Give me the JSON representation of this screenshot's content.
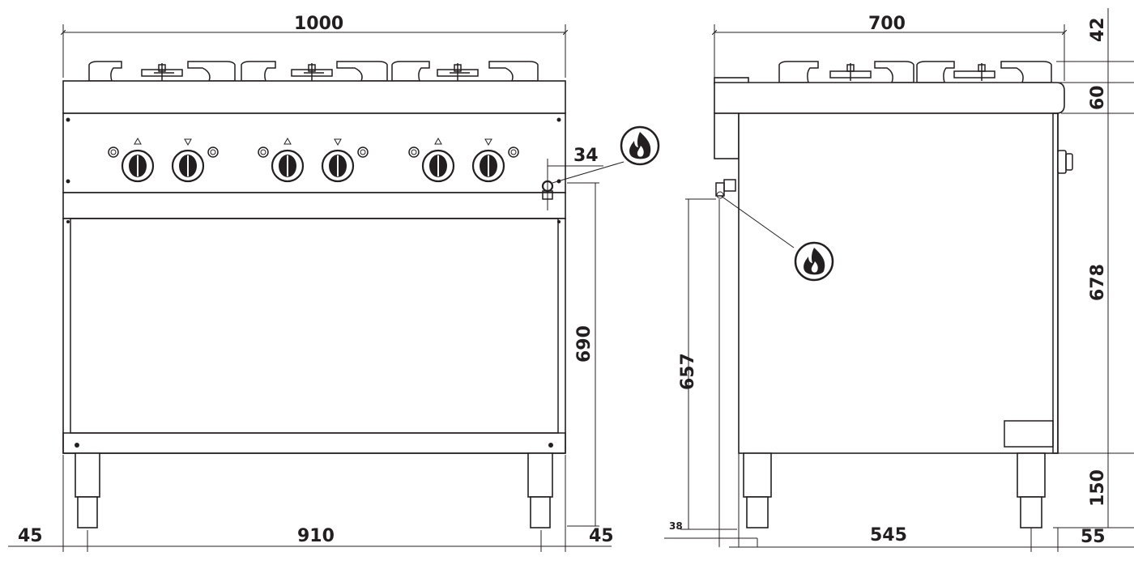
{
  "front_view": {
    "dimensions": {
      "overall_width": "1000",
      "leg_span": "910",
      "left_leg_offset": "45",
      "right_leg_offset": "45",
      "gas_connection_height": "690",
      "gas_connection_side_offset": "34"
    },
    "burners": 3,
    "knobs": 6
  },
  "side_view": {
    "dimensions": {
      "overall_depth": "700",
      "burner_height": "42",
      "top_height": "60",
      "body_height": "678",
      "leg_height": "150",
      "gas_connection_height": "657",
      "gas_connection_back_offset": "38",
      "leg_span": "545",
      "front_leg_offset": "55"
    }
  },
  "icons": [
    "gas-flame-icon",
    "gas-flame-icon"
  ]
}
